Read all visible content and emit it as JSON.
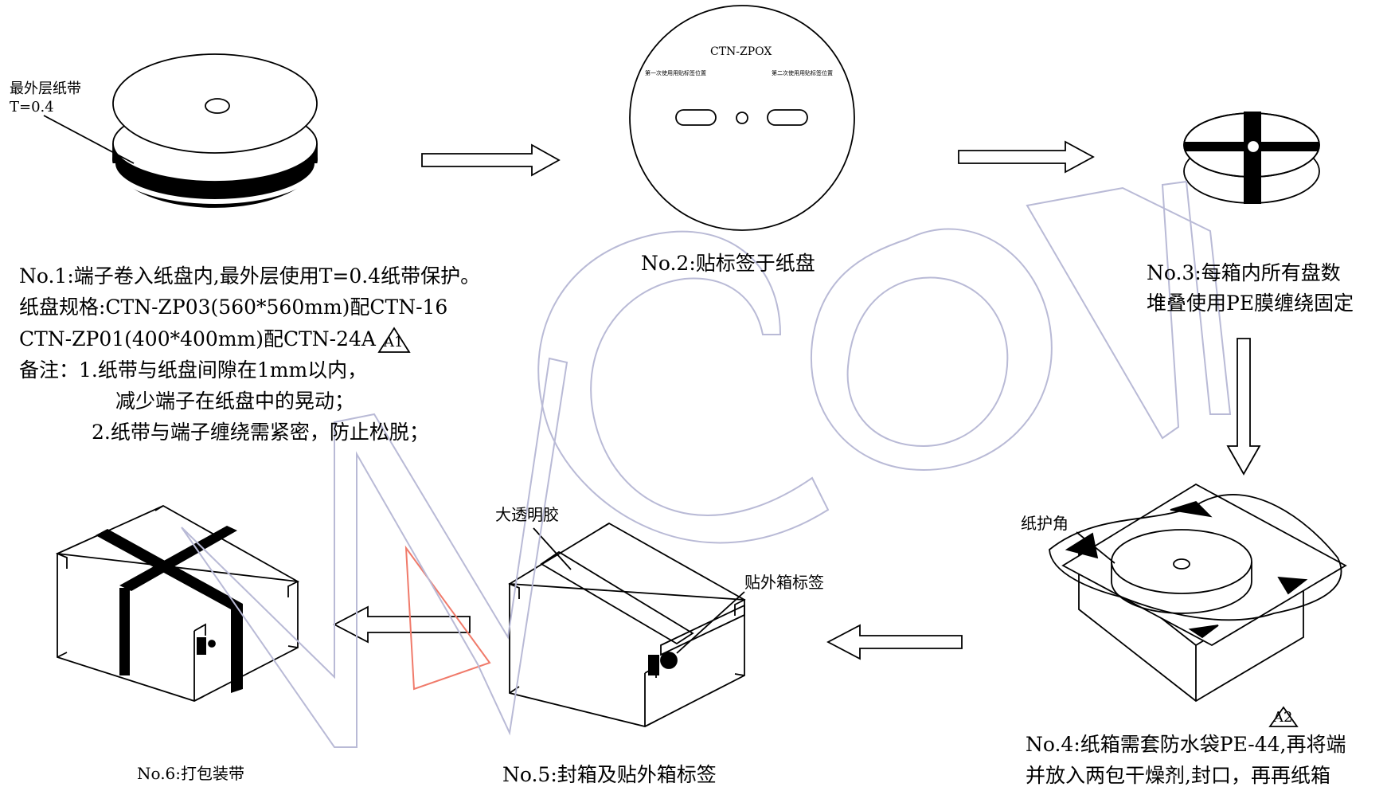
{
  "step1": {
    "tape_label_1": "最外层纸带",
    "tape_label_2": "T=0.4",
    "lines": [
      "No.1:端子卷入纸盘内,最外层使用T=0.4纸带保护。",
      "纸盘规格:CTN-ZP03(560*560mm)配CTN-16",
      "CTN-ZP01(400*400mm)配CTN-24A",
      "备注：1.纸带与纸盘间隙在1mm以内，",
      "减少端子在纸盘中的晃动；",
      "2.纸带与端子缠绕需紧密，防止松脱；"
    ],
    "revision_mark": "A1"
  },
  "step2": {
    "disc_title": "CTN-ZPOX",
    "label_pos_1": "第一次使用用贴标签位置",
    "label_pos_2": "第二次使用用贴标签位置",
    "caption": "No.2:贴标签于纸盘"
  },
  "step3": {
    "line1": "No.3:每箱内所有盘数",
    "line2": "堆叠使用PE膜缠绕固定"
  },
  "step4": {
    "corner_label": "纸护角",
    "revision_mark": "A2",
    "line1": "No.4:纸箱需套防水袋PE-44,再将端",
    "line2": "并放入两包干燥剂,封口，再再纸箱"
  },
  "step5": {
    "tape_label": "大透明胶",
    "box_label": "贴外箱标签",
    "caption": "No.5:封箱及贴外箱标签"
  },
  "step6": {
    "caption": "No.6:打包装带"
  },
  "colors": {
    "ink": "#000000",
    "watermark": "#b9bad6",
    "red_triangle": "#f07a6a"
  }
}
